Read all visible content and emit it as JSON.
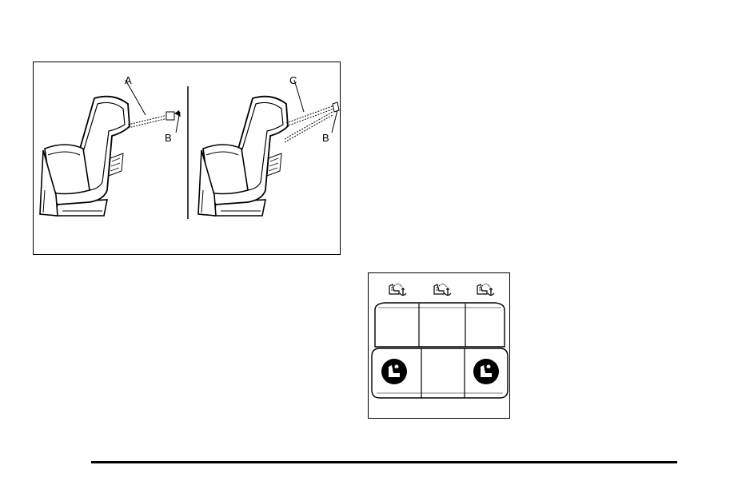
{
  "figure_tether": {
    "left_panel": {
      "callout_a": "A",
      "callout_b": "B"
    },
    "right_panel": {
      "callout_c": "C",
      "callout_b": "B"
    }
  },
  "figure_bench": {
    "top_tether_symbol_count": 3,
    "lower_anchor_symbol_count": 2,
    "icons": [
      "top-tether-anchor-icon",
      "lower-anchor-icon"
    ]
  }
}
